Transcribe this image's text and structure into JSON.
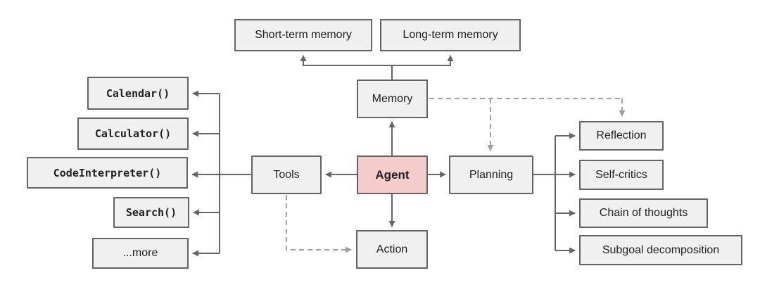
{
  "colors": {
    "background": "#ffffff",
    "node_fill": "#f0f0f0",
    "node_border": "#646464",
    "agent_fill": "#f4cccc",
    "line": "#666666",
    "dashed_line": "#a0a0a0",
    "text": "#1f1f1f"
  },
  "nodes": {
    "agent": {
      "label": "Agent"
    },
    "memory": {
      "label": "Memory"
    },
    "tools": {
      "label": "Tools"
    },
    "planning": {
      "label": "Planning"
    },
    "action": {
      "label": "Action"
    },
    "short_term_memory": {
      "label": "Short-term memory"
    },
    "long_term_memory": {
      "label": "Long-term memory"
    },
    "calendar": {
      "label": "Calendar()"
    },
    "calculator": {
      "label": "Calculator()"
    },
    "code_interpreter": {
      "label": "CodeInterpreter()"
    },
    "search": {
      "label": "Search()"
    },
    "more": {
      "label": "...more"
    },
    "reflection": {
      "label": "Reflection"
    },
    "self_critics": {
      "label": "Self-critics"
    },
    "chain_of_thoughts": {
      "label": "Chain of thoughts"
    },
    "subgoal_decomposition": {
      "label": "Subgoal decomposition"
    }
  }
}
